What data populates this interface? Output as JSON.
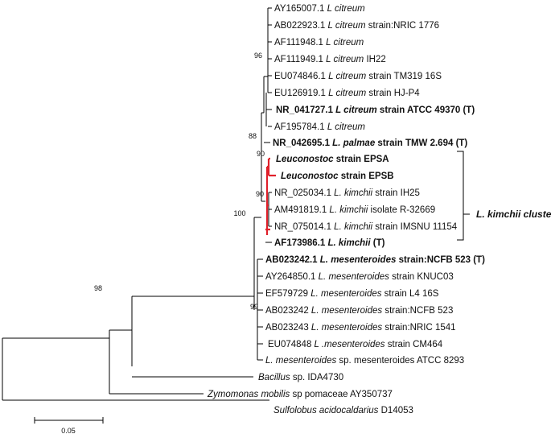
{
  "taxa": [
    {
      "acc": "AY165007.1",
      "species": "L citreum",
      "suffix": "",
      "bold": false
    },
    {
      "acc": "AB022923.1",
      "species": "L citreum",
      "suffix": "strain:NRIC 1776",
      "bold": false
    },
    {
      "acc": "AF111948.1",
      "species": "L citreum",
      "suffix": "",
      "bold": false
    },
    {
      "acc": "AF111949.1",
      "species": "L citreum",
      "suffix": "IH22",
      "bold": false
    },
    {
      "acc": "EU074846.1",
      "species": "L citreum",
      "suffix": "strain TM319 16S",
      "bold": false
    },
    {
      "acc": "EU126919.1",
      "species": "L citreum",
      "suffix": "strain HJ-P4",
      "bold": false
    },
    {
      "acc": "NR_041727.1",
      "species": "L citreum",
      "suffix": "strain ATCC 49370 (T)",
      "bold": true
    },
    {
      "acc": "AF195784.1",
      "species": "L citreum",
      "suffix": "",
      "bold": false
    },
    {
      "acc": "NR_042695.1",
      "species": "L. palmae",
      "suffix": "strain TMW 2.694 (T)",
      "bold": true
    },
    {
      "acc": "",
      "species": "Leuconostoc",
      "suffix": "strain EPSA",
      "bold": true
    },
    {
      "acc": "",
      "species": "Leuconostoc",
      "suffix": "strain EPSB",
      "bold": true
    },
    {
      "acc": "NR_025034.1",
      "species": "L. kimchii",
      "suffix": "strain IH25",
      "bold": false
    },
    {
      "acc": "AM491819.1",
      "species": "L. kimchii",
      "suffix": "isolate R-32669",
      "bold": false
    },
    {
      "acc": "NR_075014.1",
      "species": "L. kimchii",
      "suffix": "strain IMSNU 11154",
      "bold": false
    },
    {
      "acc": "AF173986.1",
      "species": "L. kimchii",
      "suffix": "(T)",
      "bold": true
    },
    {
      "acc": "AB023242.1",
      "species": "L. mesenteroides",
      "suffix": "strain:NCFB 523 (T)",
      "bold": true
    },
    {
      "acc": "AY264850.1",
      "species": "L. mesenteroides",
      "suffix": "strain KNUC03",
      "bold": false
    },
    {
      "acc": "EF579729",
      "species": "L. mesenteroides",
      "suffix": "strain L4 16S",
      "bold": false
    },
    {
      "acc": "AB023242",
      "species": "L. mesenteroides",
      "suffix": "strain:NCFB 523",
      "bold": false
    },
    {
      "acc": "AB023243",
      "species": "L. mesenteroides",
      "suffix": "strain:NRIC 1541",
      "bold": false
    },
    {
      "acc": "EU074848",
      "species": "L .mesenteroides",
      "suffix": "strain CM464",
      "bold": false
    },
    {
      "acc": "",
      "species": "L. mesenteroides",
      "suffix": "sp. mesenteroides ATCC 8293",
      "bold": false
    },
    {
      "acc": "",
      "species": "Bacillus",
      "suffix": "sp. IDA4730",
      "bold": false
    },
    {
      "acc": "",
      "species": "Zymomonas mobilis",
      "suffix": "sp pomaceae AY350737",
      "bold": false
    },
    {
      "acc": "",
      "species": "Sulfolobus acidocaldarius",
      "suffix": "D14053",
      "bold": false
    }
  ],
  "bootstrap": [
    "96",
    "88",
    "90",
    "90",
    "100",
    "98",
    "99"
  ],
  "cluster_label": "L. kimchii cluster",
  "scale_label": "0.05",
  "colors": {
    "highlight": "#e0202a",
    "line": "#000000",
    "text": "#111111"
  }
}
